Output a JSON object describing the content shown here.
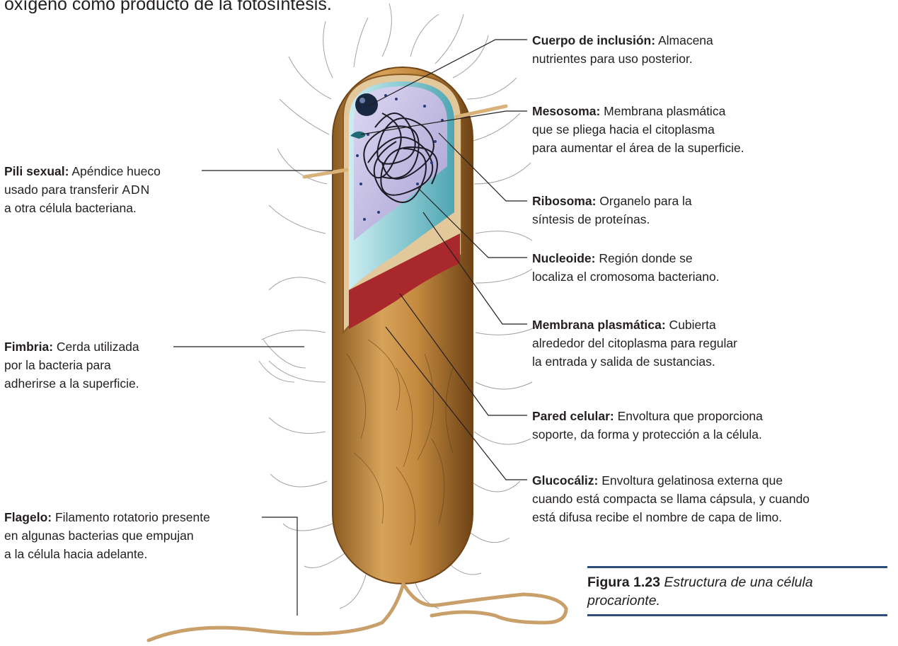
{
  "intro_text": "oxígeno como producto de la fotosíntesis.",
  "labels": {
    "cuerpo": {
      "term": "Cuerpo de inclusión:",
      "line1": " Almacena",
      "line2": "nutrientes para uso posterior."
    },
    "mesosoma": {
      "term": "Mesosoma:",
      "line1": " Membrana plasmática",
      "line2": "que se pliega hacia el citoplasma",
      "line3": "para aumentar el área de la superficie."
    },
    "pili": {
      "term": "Pili sexual:",
      "line1": " Apéndice hueco",
      "line2a": "usado para transferir ",
      "line2b": "ADN",
      "line3": "a otra célula bacteriana."
    },
    "ribosoma": {
      "term": "Ribosoma:",
      "line1": " Organelo para la",
      "line2": "síntesis de proteínas."
    },
    "nucleoide": {
      "term": "Nucleoide:",
      "line1": " Región donde se",
      "line2": "localiza el cromosoma bacteriano."
    },
    "membrana": {
      "term": "Membrana plasmática:",
      "line1": " Cubierta",
      "line2": "alrededor del citoplasma para regular",
      "line3": "la entrada y salida de sustancias."
    },
    "fimbria": {
      "term": "Fimbria:",
      "line1": " Cerda utilizada",
      "line2": "por la bacteria para",
      "line3": "adherirse a la superficie."
    },
    "pared": {
      "term": "Pared celular:",
      "line1": " Envoltura que proporciona",
      "line2": "soporte, da forma y protección a la célula."
    },
    "glucocaliz": {
      "term": "Glucocáliz:",
      "line1": " Envoltura gelatinosa externa que",
      "line2": "cuando está compacta se llama cápsula, y cuando",
      "line3": "está difusa recibe el nombre de capa de limo."
    },
    "flagelo": {
      "term": "Flagelo:",
      "line1": " Filamento rotatorio presente",
      "line2": "en algunas bacterias que empujan",
      "line3": "a la célula hacia adelante."
    }
  },
  "caption": {
    "figure": "Figura 1.23",
    "text": " Estructura de una célula procarionte."
  },
  "colors": {
    "capsule": "#c8914a",
    "wall": "#a8282c",
    "membrane": "#7fc6cf",
    "cytoplasm": "#c9c3e6",
    "caption_rule": "#2e4d7b"
  }
}
